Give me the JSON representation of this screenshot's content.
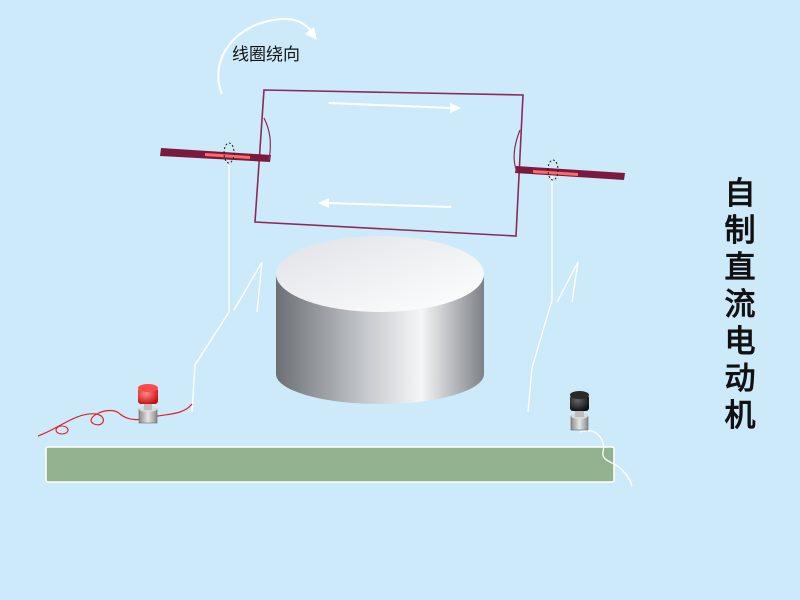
{
  "diagram": {
    "coil_direction_label": "线圈绕向",
    "title_chars": [
      "自",
      "制",
      "直",
      "流",
      "电",
      "动",
      "机"
    ],
    "colors": {
      "background": "#cdeafb",
      "coil_frame": "#8b2a5a",
      "axle": "#7a1a3c",
      "axle_highlight": "#ff6a6a",
      "base_board": "#93b38e",
      "terminal_red": "#e41b1b",
      "terminal_black": "#151515",
      "lead_wire_red": "#e0222a"
    }
  }
}
